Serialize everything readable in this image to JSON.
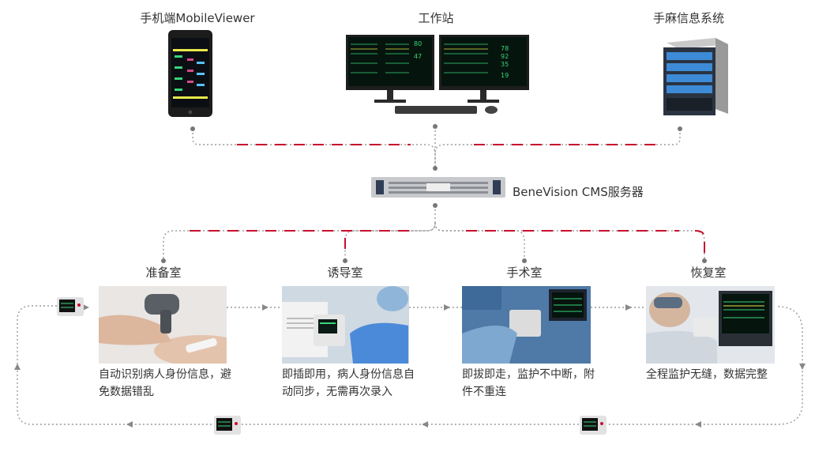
{
  "top": {
    "mobile_label": "手机端MobileViewer",
    "workstation_label": "工作站",
    "anesthesia_label": "手麻信息系统"
  },
  "server": {
    "label": "BeneVision CMS服务器"
  },
  "rooms": [
    {
      "name": "准备室",
      "desc": "自动识别病人身份信息，避免数据错乱"
    },
    {
      "name": "诱导室",
      "desc": "即插即用，病人身份信息自动同步，无需再次录入"
    },
    {
      "name": "手术室",
      "desc": "即拔即走，监护不中断，附件不重连"
    },
    {
      "name": "恢复室",
      "desc": "全程监护无缝，数据完整"
    }
  ],
  "monitor_screen": {
    "values": [
      "78",
      "92",
      "35",
      "19"
    ]
  },
  "colors": {
    "link_gray": "#999999",
    "link_red": "#c8102e",
    "monitor_green": "#37d67a"
  }
}
